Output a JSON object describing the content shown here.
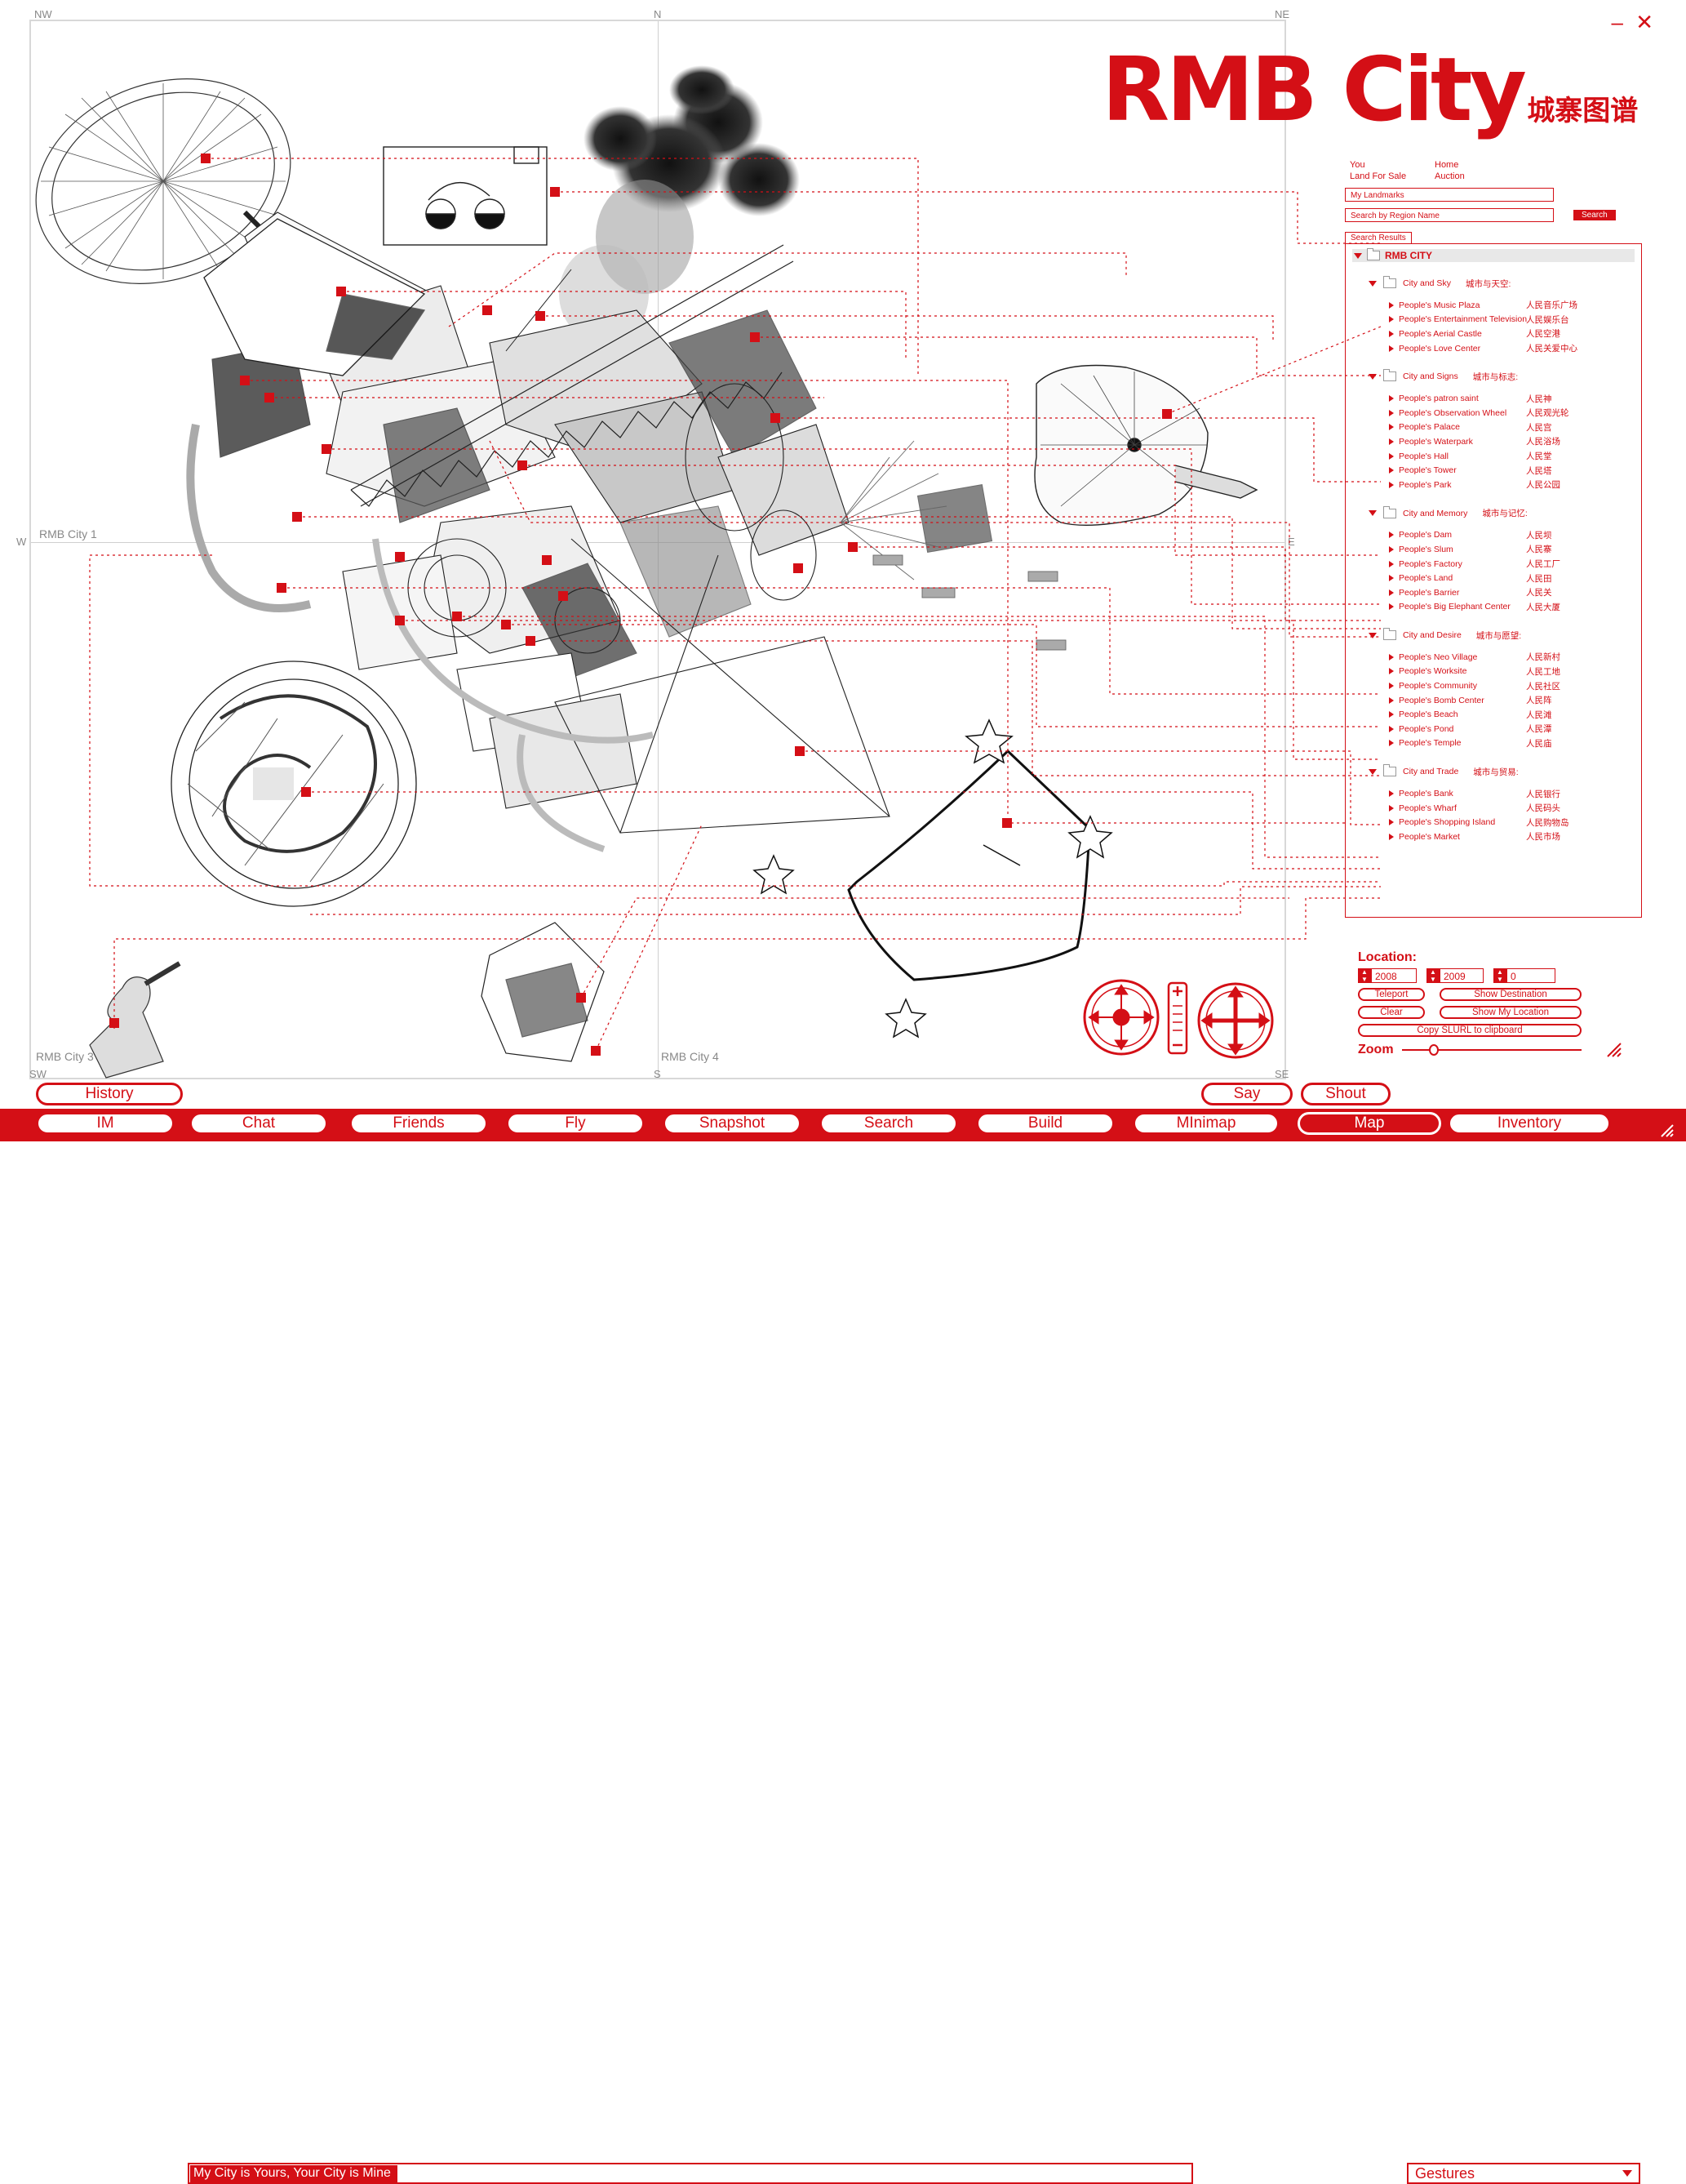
{
  "window": {
    "title_main": "RMB City",
    "title_cn": "城寨图谱",
    "minimize_label": "–",
    "close_label": "✕"
  },
  "map": {
    "compass": {
      "nw": "NW",
      "n": "N",
      "ne": "NE",
      "w": "W",
      "e": "E",
      "sw": "SW",
      "s": "S",
      "se": "SE"
    },
    "regions": {
      "r1": "RMB City 1",
      "r3": "RMB City 3",
      "r4": "RMB City 4"
    }
  },
  "panel": {
    "links": {
      "you": "You",
      "home": "Home",
      "land": "Land For Sale",
      "auction": "Auction"
    },
    "my_landmarks": "My Landmarks",
    "search_placeholder": "Search by Region Name",
    "search_button": "Search",
    "results_tab": "Search Results",
    "root": "RMB CITY",
    "categories": [
      {
        "label": "City and Sky",
        "label_cn": "城市与天空:",
        "items": [
          {
            "en": "People's Music Plaza",
            "cn": "人民音乐广场"
          },
          {
            "en": "People's Entertainment Television",
            "cn": "人民娱乐台"
          },
          {
            "en": "People's Aerial Castle",
            "cn": "人民空港"
          },
          {
            "en": "People's Love Center",
            "cn": "人民关爱中心"
          }
        ]
      },
      {
        "label": "City and Signs",
        "label_cn": "城市与标志:",
        "items": [
          {
            "en": "People's patron saint",
            "cn": "人民神"
          },
          {
            "en": "People's Observation Wheel",
            "cn": "人民观光轮"
          },
          {
            "en": "People's Palace",
            "cn": "人民宫"
          },
          {
            "en": "People's Waterpark",
            "cn": "人民浴场"
          },
          {
            "en": "People's Hall",
            "cn": "人民堂"
          },
          {
            "en": "People's Tower",
            "cn": "人民塔"
          },
          {
            "en": "People's Park",
            "cn": "人民公园"
          }
        ]
      },
      {
        "label": "City and Memory",
        "label_cn": "城市与记忆:",
        "items": [
          {
            "en": "People's Dam",
            "cn": "人民坝"
          },
          {
            "en": "People's Slum",
            "cn": "人民寨"
          },
          {
            "en": "People's Factory",
            "cn": "人民工厂"
          },
          {
            "en": "People's Land",
            "cn": "人民田"
          },
          {
            "en": "People's Barrier",
            "cn": "人民关"
          },
          {
            "en": "People's Big Elephant Center",
            "cn": "人民大厦"
          }
        ]
      },
      {
        "label": "City and Desire",
        "label_cn": "城市与愿望:",
        "items": [
          {
            "en": "People's Neo Village",
            "cn": "人民新村"
          },
          {
            "en": "People's  Worksite",
            "cn": "人民工地"
          },
          {
            "en": "People's Community",
            "cn": "人民社区"
          },
          {
            "en": "People's Bomb Center",
            "cn": "人民阵"
          },
          {
            "en": "People's Beach",
            "cn": "人民滩"
          },
          {
            "en": "People's Pond",
            "cn": "人民潭"
          },
          {
            "en": "People's Temple",
            "cn": "人民庙"
          }
        ]
      },
      {
        "label": "City and Trade",
        "label_cn": "城市与贸易:",
        "items": [
          {
            "en": "People's Bank",
            "cn": "人民银行"
          },
          {
            "en": "People's Wharf",
            "cn": "人民码头"
          },
          {
            "en": "People's Shopping Island",
            "cn": "人民购物岛"
          },
          {
            "en": "People's Market",
            "cn": "人民市场"
          }
        ]
      }
    ]
  },
  "location": {
    "title": "Location:",
    "x": "2008",
    "y": "2009",
    "z": "0",
    "teleport": "Teleport",
    "show_destination": "Show Destination",
    "clear": "Clear",
    "show_my_location": "Show My Location",
    "copy_slurl": "Copy SLURL to clipboard",
    "zoom": "Zoom",
    "zoom_level": 0.15
  },
  "toolbar": {
    "history": "History",
    "chat_text": "My City is Yours, Your City is Mine",
    "say": "Say",
    "shout": "Shout",
    "gestures": "Gestures",
    "buttons": [
      "IM",
      "Chat",
      "Friends",
      "Fly",
      "Snapshot",
      "Search",
      "Build",
      "MInimap",
      "Map",
      "Inventory"
    ],
    "active": "Map"
  },
  "colors": {
    "accent": "#d40f16",
    "grid": "#cfcfcf",
    "ink": "#222222"
  }
}
